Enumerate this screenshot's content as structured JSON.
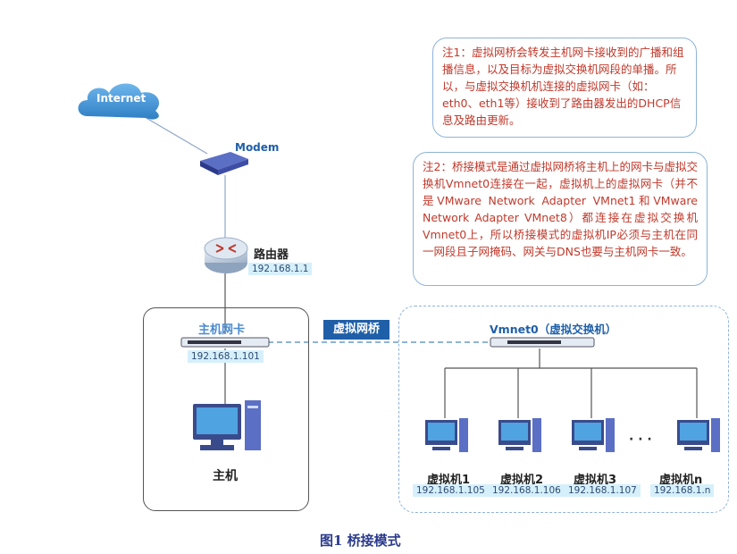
{
  "internet": {
    "label": "Internet"
  },
  "modem": {
    "label": "Modem"
  },
  "router": {
    "label": "路由器",
    "ip": "192.168.1.1"
  },
  "host_nic": {
    "label": "主机网卡",
    "ip": "192.168.1.101"
  },
  "bridge": {
    "label": "虚拟网桥"
  },
  "host": {
    "label": "主机"
  },
  "vswitch": {
    "label": "Vmnet0（虚拟交换机）"
  },
  "vms": [
    {
      "label": "虚拟机1",
      "ip": "192.168.1.105"
    },
    {
      "label": "虚拟机2",
      "ip": "192.168.1.106"
    },
    {
      "label": "虚拟机3",
      "ip": "192.168.1.107"
    },
    {
      "label": "虚拟机n",
      "ip": "192.168.1.n"
    }
  ],
  "ellipsis": "· · ·",
  "notes": [
    "注1：虚拟网桥会转发主机网卡接收到的广播和组播信息，以及目标为虚拟交换机网段的单播。所以，与虚拟交换机机连接的虚拟网卡（如：eth0、eth1等）接收到了路由器发出的DHCP信息及路由更新。",
    "注2：桥接模式是通过虚拟网桥将主机上的网卡与虚拟交换机Vmnet0连接在一起，虚拟机上的虚拟网卡（并不是VMware Network Adapter VMnet1和VMware Network Adapter VMnet8）都连接在虚拟交换机Vmnet0上，所以桥接模式的虚拟机IP必须与主机在同一网段且子网掩码、网关与DNS也要与主机网卡一致。"
  ],
  "caption": "图1  桥接模式",
  "colors": {
    "accent": "#1f5fa8",
    "note_text": "#c0392b",
    "ip_bg": "#d6f0fb"
  }
}
